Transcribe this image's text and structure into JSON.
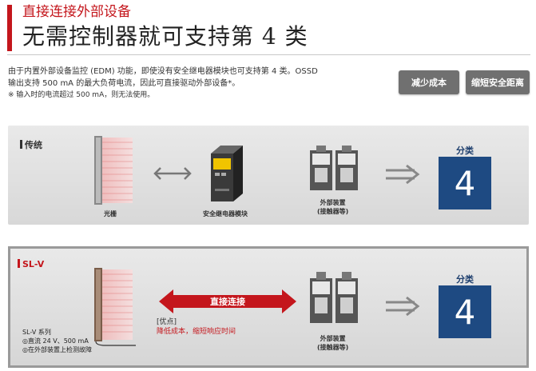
{
  "header": {
    "subtitle": "直接连接外部设备",
    "title": "无需控制器就可支持第 4 类"
  },
  "description": {
    "line1": "由于内置外部设备监控 (EDM) 功能，即使没有安全继电器模块也可支持第 4 类。OSSD",
    "line2": "输出支持 500 mA 的最大负荷电流，因此可直接驱动外部设备*。",
    "note": "※ 输入时的电流超过 500 mA，则无法使用。"
  },
  "buttons": {
    "reduce_cost": "减少成本",
    "shorten_distance": "缩短安全距离"
  },
  "conventional": {
    "label": "传统",
    "light_curtain": "光栅",
    "relay_module": "安全继电器模块",
    "external_device_1": "外部装置",
    "external_device_2": "(接触器等)",
    "category_label": "分类",
    "category_value": "4"
  },
  "slv": {
    "label": "SL-V",
    "series": "SL-V 系列",
    "spec1": "◎直流 24 V、500 mA",
    "spec2": "◎在外部装置上检测故障",
    "direct_connection": "直接连接",
    "advantage_title": "[优点]",
    "advantage_text": "降低成本，缩短响应时间",
    "external_device_1": "外部装置",
    "external_device_2": "(接触器等)",
    "category_label": "分类",
    "category_value": "4"
  },
  "colors": {
    "accent_red": "#c4161c",
    "category_blue": "#1e4a82",
    "button_gray": "#707070"
  }
}
